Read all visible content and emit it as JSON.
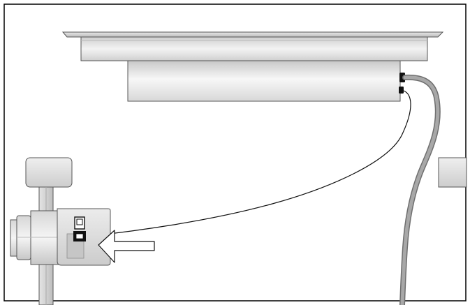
{
  "diagram": {
    "palette": {
      "background": "#ffffff",
      "frame": "#000000",
      "panel_light": "#f2f2f2",
      "panel_mid": "#d9d9d9",
      "panel_dark": "#bdbdbd",
      "cable_gray": "#8a8a8a",
      "outline": "#4d4d4d",
      "connector": "#111111"
    },
    "components": {
      "cooktop": "cooktop-panel",
      "control_unit": "control-unit-box",
      "power_cable": "power-cable",
      "signal_cable": "signal-cable",
      "hood_module": "hood-control-module",
      "arrow": "insert-arrow"
    }
  }
}
